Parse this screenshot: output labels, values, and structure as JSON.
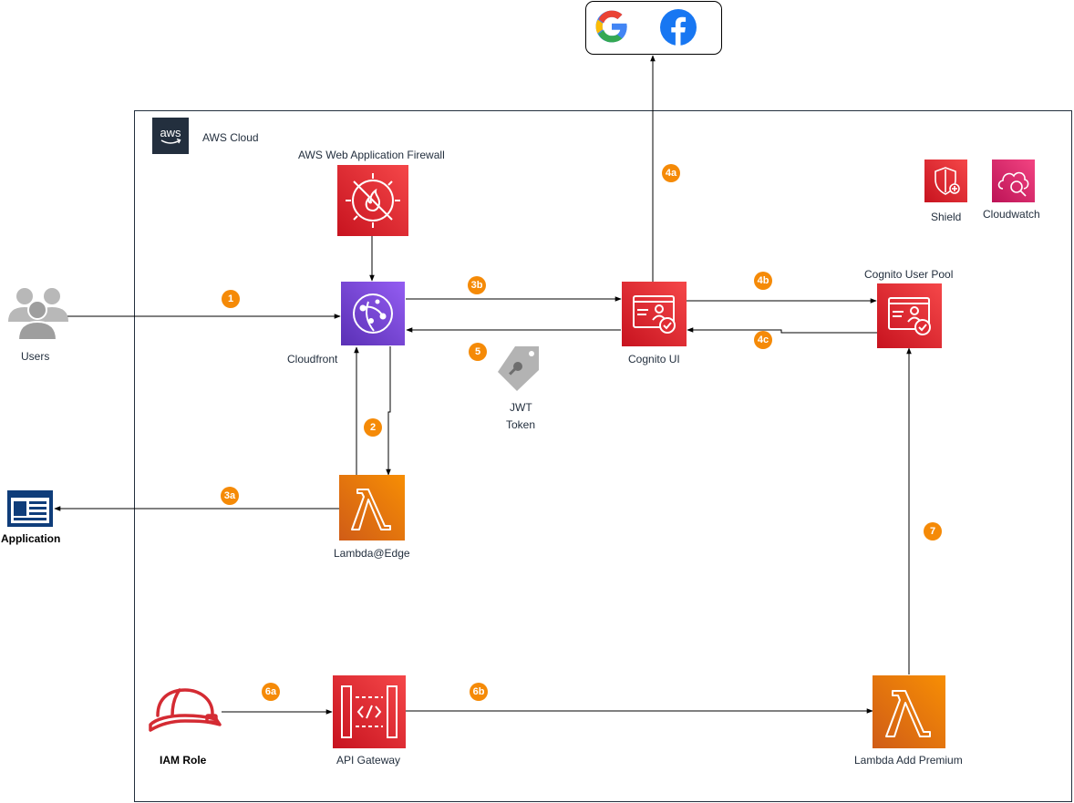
{
  "cloud": {
    "label": "AWS Cloud",
    "logo_text": "aws"
  },
  "identity_providers": [
    {
      "icon": "google-g-icon"
    },
    {
      "icon": "facebook-f-icon"
    }
  ],
  "nodes": {
    "users": {
      "label": "Users",
      "icon": "users-icon"
    },
    "application": {
      "label": "Application",
      "icon": "application-window-icon"
    },
    "waf": {
      "label": "AWS Web Application Firewall",
      "icon": "waf-icon"
    },
    "cloudfront": {
      "label": "Cloudfront",
      "icon": "cloudfront-icon"
    },
    "lambda_edge": {
      "label": "Lambda@Edge",
      "icon": "lambda-icon"
    },
    "jwt": {
      "label_line1": "JWT",
      "label_line2": "Token",
      "icon": "tag-key-icon"
    },
    "cognito_ui": {
      "label": "Cognito UI",
      "icon": "cognito-icon"
    },
    "cognito_pool": {
      "label": "Cognito User Pool",
      "icon": "cognito-icon"
    },
    "shield": {
      "label": "Shield",
      "icon": "shield-icon"
    },
    "cloudwatch": {
      "label": "Cloudwatch",
      "icon": "cloudwatch-icon"
    },
    "iam_role": {
      "label": "IAM Role",
      "icon": "hard-hat-icon"
    },
    "api_gateway": {
      "label": "API Gateway",
      "icon": "api-gateway-icon"
    },
    "lambda_premium": {
      "label": "Lambda Add Premium",
      "icon": "lambda-icon"
    }
  },
  "steps": {
    "s1": "1",
    "s2": "2",
    "s3a": "3a",
    "s3b": "3b",
    "s4a": "4a",
    "s4b": "4b",
    "s4c": "4c",
    "s5": "5",
    "s6a": "6a",
    "s6b": "6b",
    "s7": "7"
  },
  "colors": {
    "security_red_top": "#f54749",
    "security_red_bottom": "#c7131f",
    "network_purple_top": "#945df2",
    "network_purple_bottom": "#5a30b5",
    "compute_orange_top": "#f78e04",
    "compute_orange_bottom": "#d05c17",
    "mgmt_pink_top": "#f34482",
    "mgmt_pink_bottom": "#bc1356",
    "badge": "#f58a07",
    "aws_squid": "#232f3e"
  }
}
